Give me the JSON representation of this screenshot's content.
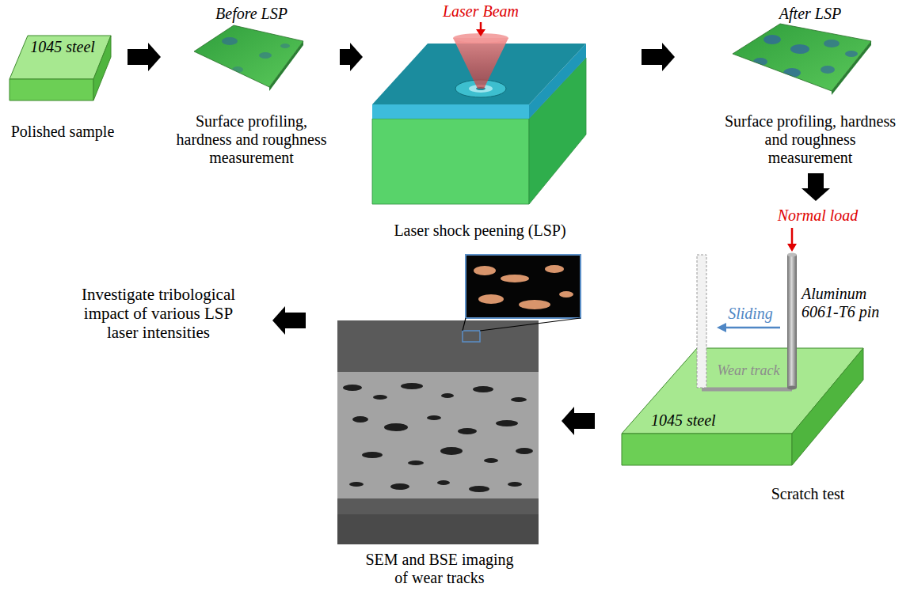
{
  "diagram": {
    "nodes": [
      {
        "text": [
          "1045 steel",
          "Polished sample"
        ]
      },
      {
        "text": [
          "Before LSP",
          "Surface profiling, hardness and roughness measurement"
        ]
      },
      {
        "text": [
          "Laser shock peening (LSP)"
        ]
      },
      {
        "text": [
          "After LSP",
          "Surface profiling, hardness and roughness measurement"
        ]
      },
      {
        "text": [
          "1045 steel",
          "Scratch test"
        ]
      },
      {
        "text": [
          "SEM and BSE imaging of wear tracks"
        ]
      },
      {
        "text": [
          "Investigate tribological impact of various LSP laser intensities"
        ]
      }
    ],
    "edges": [
      {
        "from": 0,
        "to": 1,
        "arrow": "to"
      },
      {
        "from": 1,
        "to": 2,
        "arrow": "to"
      },
      {
        "from": 2,
        "to": 3,
        "arrow": "to"
      },
      {
        "from": 3,
        "to": 4,
        "arrow": "to"
      },
      {
        "from": 4,
        "to": 5,
        "arrow": "to"
      },
      {
        "from": 5,
        "to": 6,
        "arrow": "to"
      }
    ],
    "labels": [
      "Laser Beam",
      "Normal load",
      "Aluminum 6061-T6 pin",
      "Sliding",
      "Wear track"
    ]
  }
}
